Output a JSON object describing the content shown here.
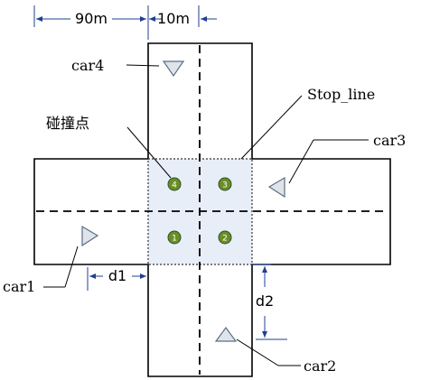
{
  "dimensions": {
    "left_width": "90m",
    "lane_width": "10m",
    "d1": "d1",
    "d2": "d2"
  },
  "labels": {
    "stop_line": "Stop_line",
    "collision_points": "碰撞点",
    "car1": "car1",
    "car2": "car2",
    "car3": "car3",
    "car4": "car4"
  },
  "collision_point_numbers": [
    "4",
    "3",
    "1",
    "2"
  ],
  "colors": {
    "road_line": "#000000",
    "zone_fill": "#e8eef8",
    "collision_point_fill": "#6b8e23",
    "dimension_line": "#1f3f8f",
    "car_fill": "#dfe4ea",
    "car_stroke": "#5b6f86"
  }
}
